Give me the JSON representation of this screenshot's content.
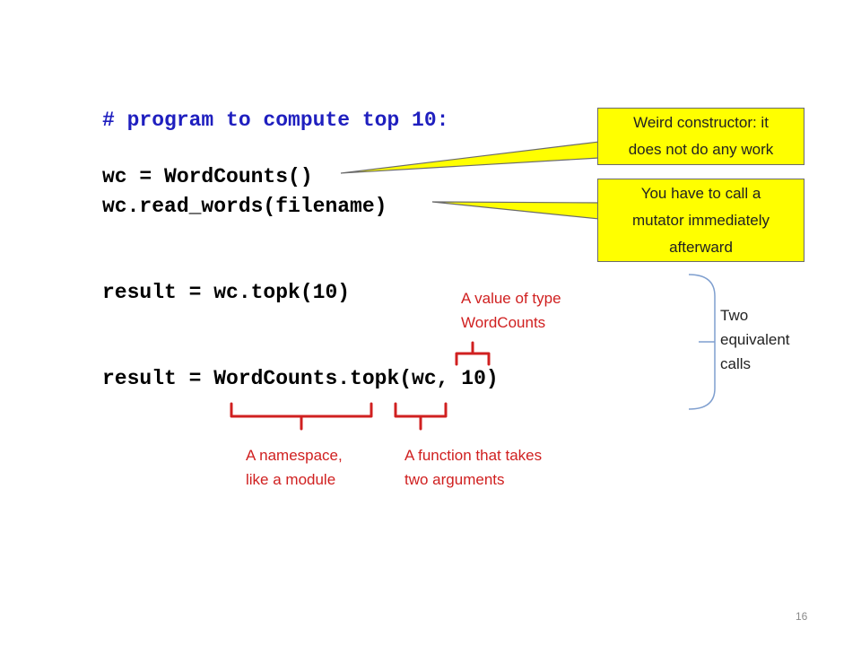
{
  "code": {
    "comment": "# program to compute top 10:",
    "line_construct": "wc = WordCounts()",
    "line_read": "wc.read_words(filename)",
    "line_result_method": "result = wc.topk(10)",
    "line_result_function": "result = WordCounts.topk(wc, 10)"
  },
  "callouts": {
    "constructor": [
      "Weird constructor: it",
      "does not do any work"
    ],
    "mutator": [
      "You have to call a",
      "mutator immediately",
      "afterward"
    ]
  },
  "annotations": {
    "value_type": [
      "A value of type",
      "WordCounts"
    ],
    "namespace": [
      "A namespace,",
      "like a module"
    ],
    "function": [
      "A function that takes",
      "two arguments"
    ],
    "equivalent": [
      "Two",
      "equivalent",
      "calls"
    ]
  },
  "colors": {
    "comment": "#1f1fbf",
    "annotation_red": "#d02020",
    "callout_fill": "#ffff00",
    "bracket_blue": "#7f9fcf"
  },
  "page_number": "16"
}
